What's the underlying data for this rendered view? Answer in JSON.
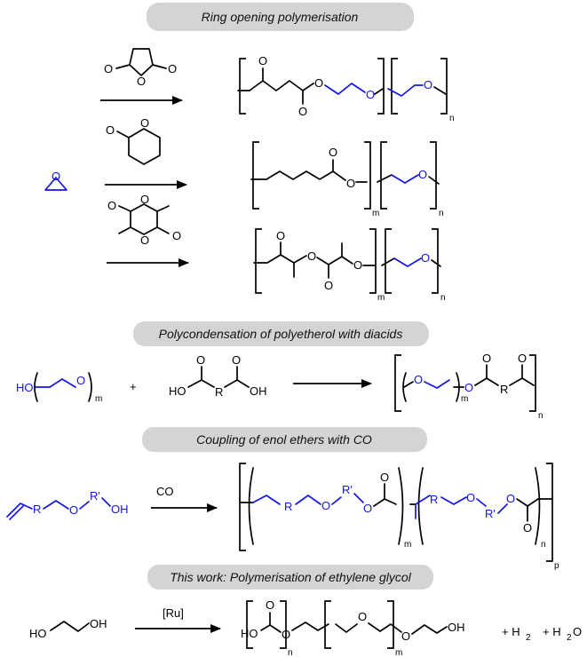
{
  "headers": {
    "rop": "Ring opening polymerisation",
    "polycondensation": "Polycondensation of polyetherol with diacids",
    "coupling": "Coupling of enol ethers with CO",
    "this_work": "This work: Polymerisation of ethylene glycol"
  },
  "atoms": {
    "O": "O",
    "HO": "HO",
    "OH": "OH",
    "R": "R",
    "R_prime": "R'",
    "CO": "CO",
    "Ru": "[Ru]",
    "H2": "+ H",
    "H2_sub": "2",
    "H2O": "+ H",
    "H2O_sub": "2",
    "H2O_tail": "O",
    "plus": "+"
  },
  "subscripts": {
    "n": "n",
    "m": "m",
    "p": "p"
  },
  "colors": {
    "header_box": "#d4d4d4",
    "polyether_blue": "#1414e6",
    "black": "#000000"
  }
}
